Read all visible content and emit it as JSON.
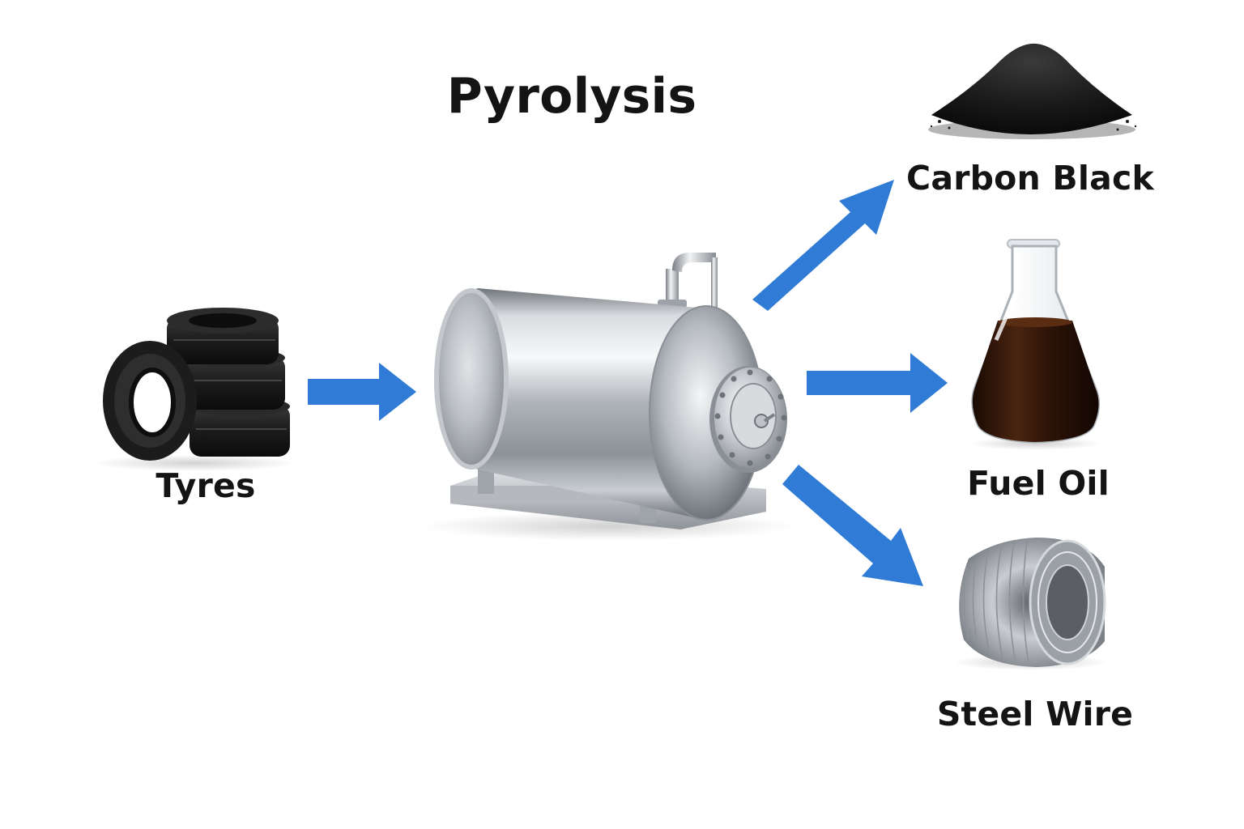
{
  "title": "Pyrolysis",
  "input": {
    "label": "Tyres",
    "icon": "tyre-stack-icon"
  },
  "reactor": {
    "icon": "pyrolysis-reactor-icon"
  },
  "outputs": [
    {
      "label": "Carbon Black",
      "icon": "carbon-black-pile-icon"
    },
    {
      "label": "Fuel Oil",
      "icon": "fuel-oil-flask-icon"
    },
    {
      "label": "Steel Wire",
      "icon": "steel-wire-coil-icon"
    }
  ],
  "colors": {
    "arrow": "#2F7BD6",
    "rubber": "#1A1A1A",
    "steel": "#B8BCC2",
    "oil": "#2E1408"
  }
}
